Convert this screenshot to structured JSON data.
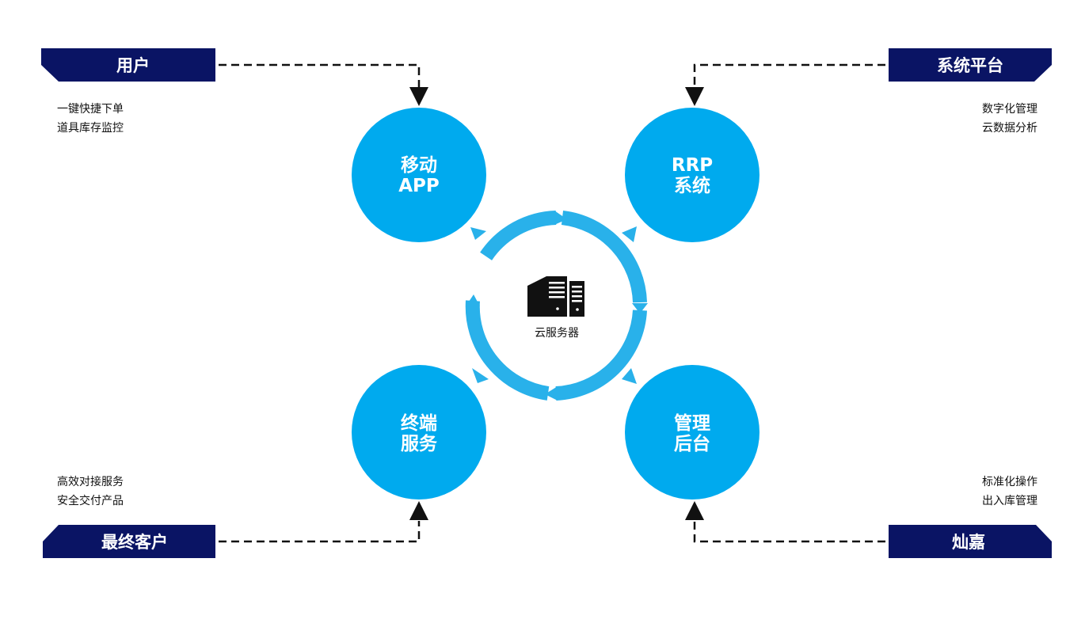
{
  "colors": {
    "navy": "#0a1464",
    "blue": "#00aaee",
    "black": "#111111",
    "white": "#ffffff"
  },
  "tags": {
    "top_left": "用户",
    "top_right": "系统平台",
    "bottom_left": "最终客户",
    "bottom_right": "灿嘉"
  },
  "circles": {
    "top_left": [
      "移动",
      "APP"
    ],
    "top_right": [
      "RRP",
      "系统"
    ],
    "bottom_left": [
      "终端",
      "服务"
    ],
    "bottom_right": [
      "管理",
      "后台"
    ]
  },
  "descriptions": {
    "top_left": [
      "一键快捷下单",
      "道具库存监控"
    ],
    "top_right": [
      "数字化管理",
      "云数据分析"
    ],
    "bottom_left": [
      "高效对接服务",
      "安全交付产品"
    ],
    "bottom_right": [
      "标准化操作",
      "出入库管理"
    ]
  },
  "center": {
    "label": "云服务器",
    "icon": "server-building-icon"
  }
}
